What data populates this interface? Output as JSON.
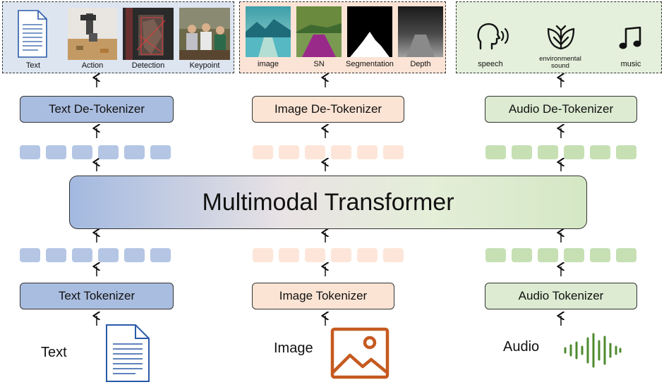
{
  "outputs": {
    "text": {
      "items": [
        {
          "label": "Text",
          "icon": "document-icon"
        },
        {
          "label": "Action",
          "icon": "robot-arm-photo"
        },
        {
          "label": "Detection",
          "icon": "detection-photo"
        },
        {
          "label": "Keypoint",
          "icon": "people-photo"
        }
      ]
    },
    "image": {
      "items": [
        {
          "label": "image"
        },
        {
          "label": "SN"
        },
        {
          "label": "Segmentation"
        },
        {
          "label": "Depth"
        }
      ]
    },
    "audio": {
      "items": [
        {
          "label": "speech",
          "icon": "speaking-head-icon"
        },
        {
          "label": "environmental sound",
          "icon": "leaves-icon"
        },
        {
          "label": "music",
          "icon": "music-note-icon"
        }
      ]
    }
  },
  "detokenizers": {
    "text": "Text De-Tokenizer",
    "image": "Image De-Tokenizer",
    "audio": "Audio De-Tokenizer"
  },
  "transformer": {
    "label": "Multimodal Transformer"
  },
  "tokenizers": {
    "text": "Text Tokenizer",
    "image": "Image Tokenizer",
    "audio": "Audio Tokenizer"
  },
  "inputs": {
    "text": {
      "label": "Text",
      "icon": "document-icon"
    },
    "image": {
      "label": "Image",
      "icon": "image-icon"
    },
    "audio": {
      "label": "Audio",
      "icon": "waveform-icon"
    }
  },
  "colors": {
    "text": "#a9bde0",
    "image": "#fce4d4",
    "audio": "#dcebd1",
    "image_icon": "#c55a20",
    "waveform": "#4e8a2f"
  }
}
